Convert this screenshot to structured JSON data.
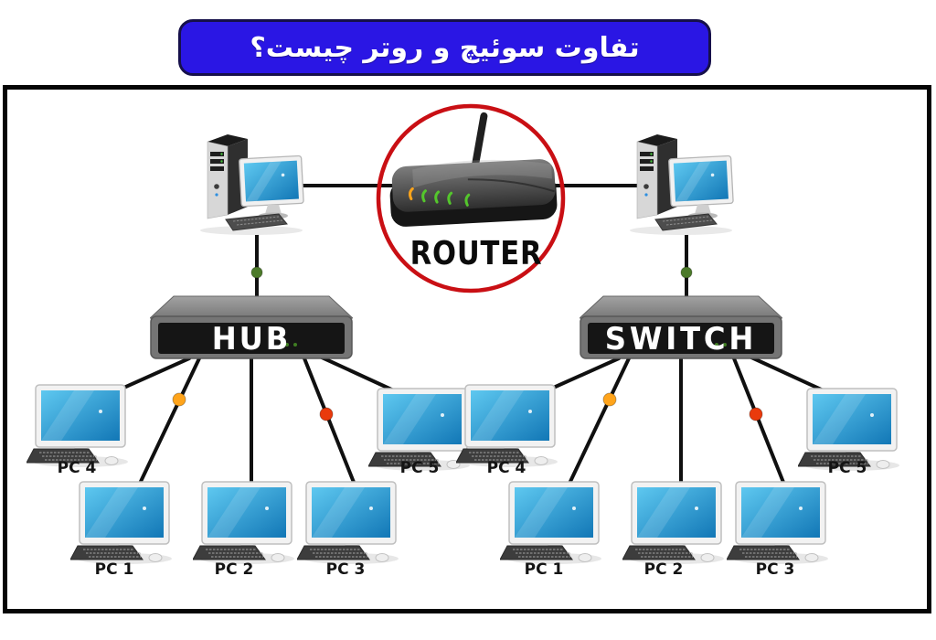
{
  "banner": {
    "title": "تفاوت سوئیچ و روتر چیست؟",
    "bg": "#2a16e4",
    "border": "#16104a",
    "text_color": "#ffffff"
  },
  "colors": {
    "wire": "#101010",
    "circle_red": "#c90f14",
    "dot_green": "#4c7a2a",
    "dot_orange": "#ffa41b",
    "dot_red": "#e93a0c",
    "screen_blue": "#2196d3",
    "device_gray": "#757575",
    "panel_black": "#151515"
  },
  "devices": {
    "router_label": "ROUTER",
    "hub_label": "HUB",
    "switch_label": "SWITCH"
  },
  "hub_pcs": [
    {
      "label": "PC 4"
    },
    {
      "label": "PC 1"
    },
    {
      "label": "PC 2"
    },
    {
      "label": "PC 3"
    },
    {
      "label": "PC 5"
    }
  ],
  "switch_pcs": [
    {
      "label": "PC 4"
    },
    {
      "label": "PC 1"
    },
    {
      "label": "PC 2"
    },
    {
      "label": "PC 3"
    },
    {
      "label": "PC 5"
    }
  ],
  "icons": {
    "router": "wireless-router",
    "hub": "network-device-box",
    "switch": "network-device-box",
    "top_computer": "desktop-tower-computer",
    "pc": "desktop-monitor-pc"
  }
}
